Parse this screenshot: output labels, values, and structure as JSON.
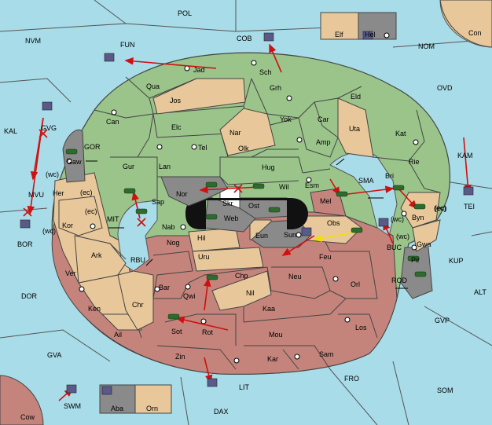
{
  "map": {
    "seas": [
      "POL",
      "NVM",
      "FUN",
      "COB",
      "NOM",
      "OVD",
      "KAL",
      "GVG",
      "GOR",
      "MVU",
      "BOR",
      "KAM",
      "TEI",
      "SMA",
      "MIT",
      "RBU",
      "DOR",
      "ALT",
      "KUP",
      "GVP",
      "ROD",
      "BUC",
      "GVA",
      "FRO",
      "SOM",
      "LIT",
      "SWM",
      "DAX",
      "Con",
      "Cow"
    ],
    "green": [
      "Jad",
      "Sch",
      "Qua",
      "Jos",
      "Grh",
      "Eld",
      "Can",
      "Yok",
      "Car",
      "Elc",
      "Nar",
      "Tel",
      "Olk",
      "Amp",
      "Uta",
      "Kat",
      "Gur",
      "Lan",
      "Hug",
      "Rie",
      "Bri",
      "Wil",
      "Esm",
      "Nor",
      "Sap"
    ],
    "tan": [
      "Elf",
      "Orn",
      "Her",
      "Kor",
      "Ark",
      "Chr",
      "Uru",
      "Nil",
      "Hil",
      "Eun",
      "Obs",
      "Byn"
    ],
    "red": [
      "Nab",
      "Nog",
      "Ver",
      "Ken",
      "Ail",
      "Bar",
      "Qwi",
      "Sot",
      "Rot",
      "Chp",
      "Neu",
      "Orl",
      "Kaa",
      "Mou",
      "Los",
      "Zin",
      "Kar",
      "Sam",
      "Feu",
      "Mel"
    ],
    "grey": [
      "Hel",
      "Aba",
      "Gaw",
      "Pir",
      "Gwa",
      "Skr",
      "Web",
      "Ost",
      "Sun"
    ],
    "coast_tags": [
      "(wc)",
      "(ec)",
      "(ec)",
      "(wc)",
      "(wc)",
      "(ec)",
      "(wc)",
      "(ec)"
    ],
    "colors": {
      "sea": "#a8dce8",
      "green": "#9ac48a",
      "tan": "#e8c89a",
      "red": "#c4847c",
      "grey": "#8a8a8a",
      "order": "#d01010",
      "support": "#f0e000"
    },
    "unit_icons": [
      "tank-icon",
      "ship-icon",
      "convoy-arrow-icon",
      "dislodged-cross-icon"
    ]
  }
}
